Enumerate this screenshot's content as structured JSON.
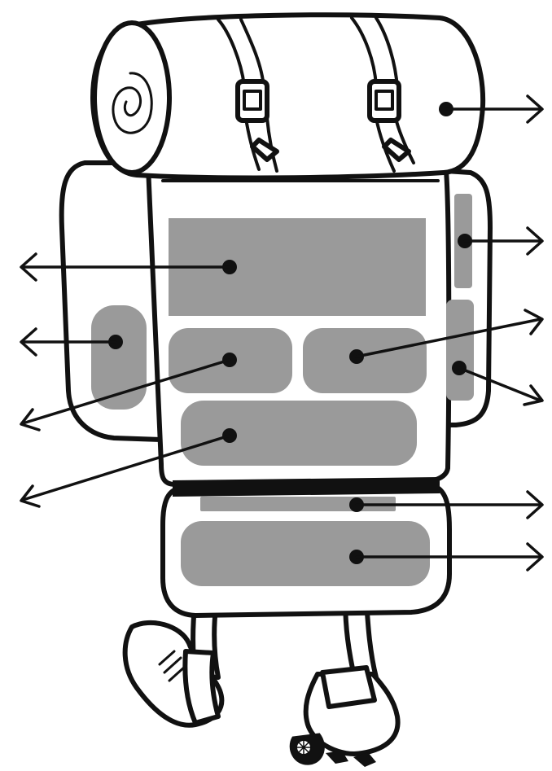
{
  "diagram": {
    "subject": "backpack-hiker",
    "colors": {
      "outline": "#111111",
      "background": "#ffffff",
      "compartment_fill": "#9a9a9a"
    },
    "callouts": [
      {
        "id": "sleeping-roll",
        "direction": "right",
        "label": ""
      },
      {
        "id": "side-pocket-upper-right",
        "direction": "right",
        "label": ""
      },
      {
        "id": "top-compartment",
        "direction": "left",
        "label": ""
      },
      {
        "id": "middle-right-pocket",
        "direction": "right",
        "label": ""
      },
      {
        "id": "side-pocket-left",
        "direction": "left",
        "label": ""
      },
      {
        "id": "side-pocket-lower-right",
        "direction": "right",
        "label": ""
      },
      {
        "id": "middle-left-pocket",
        "direction": "left",
        "label": ""
      },
      {
        "id": "lower-compartment",
        "direction": "left",
        "label": ""
      },
      {
        "id": "strap-band",
        "direction": "right",
        "label": ""
      },
      {
        "id": "bottom-compartment",
        "direction": "right",
        "label": ""
      }
    ]
  }
}
